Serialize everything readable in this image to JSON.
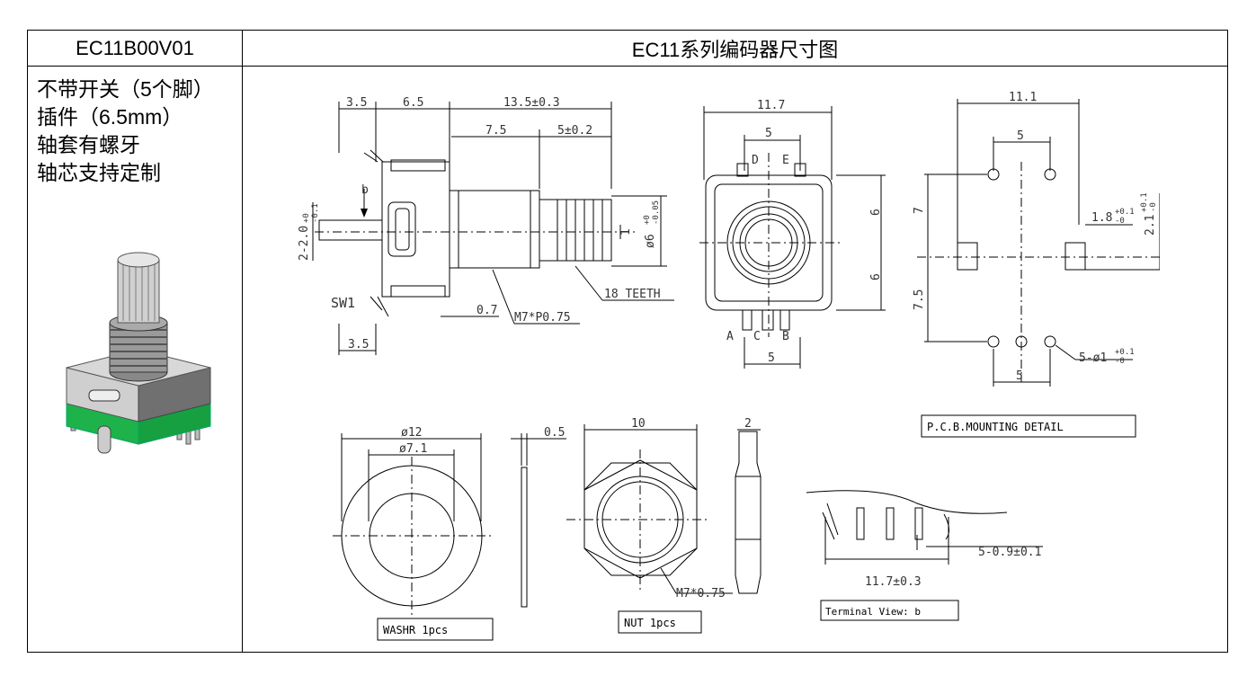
{
  "table": {
    "model": "EC11B00V01",
    "title": "EC11系列编码器尺寸图",
    "features": [
      "不带开关（5个脚）",
      "插件（6.5mm）",
      "轴套有螺牙",
      "轴芯支持定制"
    ]
  },
  "drawing": {
    "side": {
      "dim_3_5_top": "3.5",
      "dim_6_5": "6.5",
      "dim_13_5": "13.5±0.3",
      "dim_7_5": "7.5",
      "dim_5_0_2": "5±0.2",
      "dim_b": "b",
      "dim_2_0": "2-2.0",
      "dim_2_0_tol_up": "+0",
      "dim_2_0_tol_dn": "-0.1",
      "dim_1": "1",
      "dim_phi6": "ø6",
      "dim_phi6_tol_up": "+0",
      "dim_phi6_tol_dn": "-0.05",
      "label_sw1": "SW1",
      "dim_0_7": "0.7",
      "label_thread": "M7*P0.75",
      "label_teeth": "18 TEETH",
      "dim_3_5_bottom": "3.5"
    },
    "front": {
      "dim_11_7": "11.7",
      "dim_5_top": "5",
      "label_d": "D",
      "label_e": "E",
      "dim_6_upper": "6",
      "dim_6_lower": "6",
      "label_a": "A",
      "label_c": "C",
      "label_b": "B",
      "dim_5_bottom": "5"
    },
    "pcb": {
      "dim_11_1": "11.1",
      "dim_5_top": "5",
      "dim_7": "7",
      "dim_7_5": "7.5",
      "dim_1_8": "1.8",
      "dim_1_8_tol_up": "+0.1",
      "dim_1_8_tol_dn": "-0",
      "dim_2_1": "2.1",
      "dim_2_1_tol_up": "+0.1",
      "dim_2_1_tol_dn": "-0",
      "dim_holes": "5-ø1",
      "dim_holes_tol_up": "+0.1",
      "dim_holes_tol_dn": "-0",
      "dim_5_bottom": "5",
      "label": "P.C.B.MOUNTING DETAIL"
    },
    "washer": {
      "dim_outer": "ø12",
      "dim_inner": "ø7.1",
      "dim_thickness": "0.5",
      "label": "WASHR  1pcs"
    },
    "nut": {
      "dim_width": "10",
      "dim_thickness": "2",
      "label_thread": "M7*0.75",
      "label": "NUT 1pcs"
    },
    "terminal": {
      "dim_pins": "5-0.9±0.1",
      "dim_width": "11.7±0.3",
      "label": "Terminal View: b"
    }
  }
}
